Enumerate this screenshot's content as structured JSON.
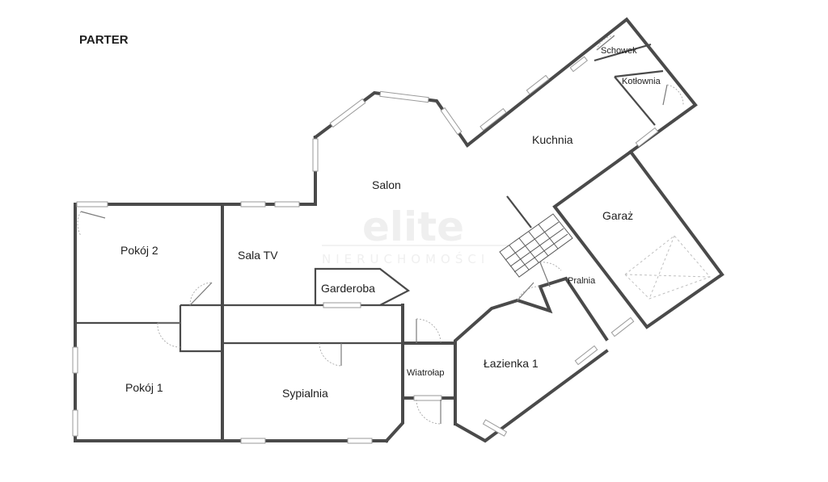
{
  "plan": {
    "title": "PARTER",
    "watermark": {
      "brand": "elite",
      "tagline": "NIERUCHOMOŚCI"
    },
    "rooms": [
      {
        "id": "schowek",
        "label": "Schowek"
      },
      {
        "id": "kotlownia",
        "label": "Kotłownia"
      },
      {
        "id": "kuchnia",
        "label": "Kuchnia"
      },
      {
        "id": "salon",
        "label": "Salon"
      },
      {
        "id": "garaz",
        "label": "Garaż"
      },
      {
        "id": "pokoj2",
        "label": "Pokój 2"
      },
      {
        "id": "sala-tv",
        "label": "Sala TV"
      },
      {
        "id": "garderoba",
        "label": "Garderoba"
      },
      {
        "id": "pralnia",
        "label": "Pralnia"
      },
      {
        "id": "lazienka1",
        "label": "Łazienka 1"
      },
      {
        "id": "wiatrolap",
        "label": "Wiatrołap"
      },
      {
        "id": "pokoj1",
        "label": "Pokój 1"
      },
      {
        "id": "sypialnia",
        "label": "Sypialnia"
      }
    ]
  }
}
